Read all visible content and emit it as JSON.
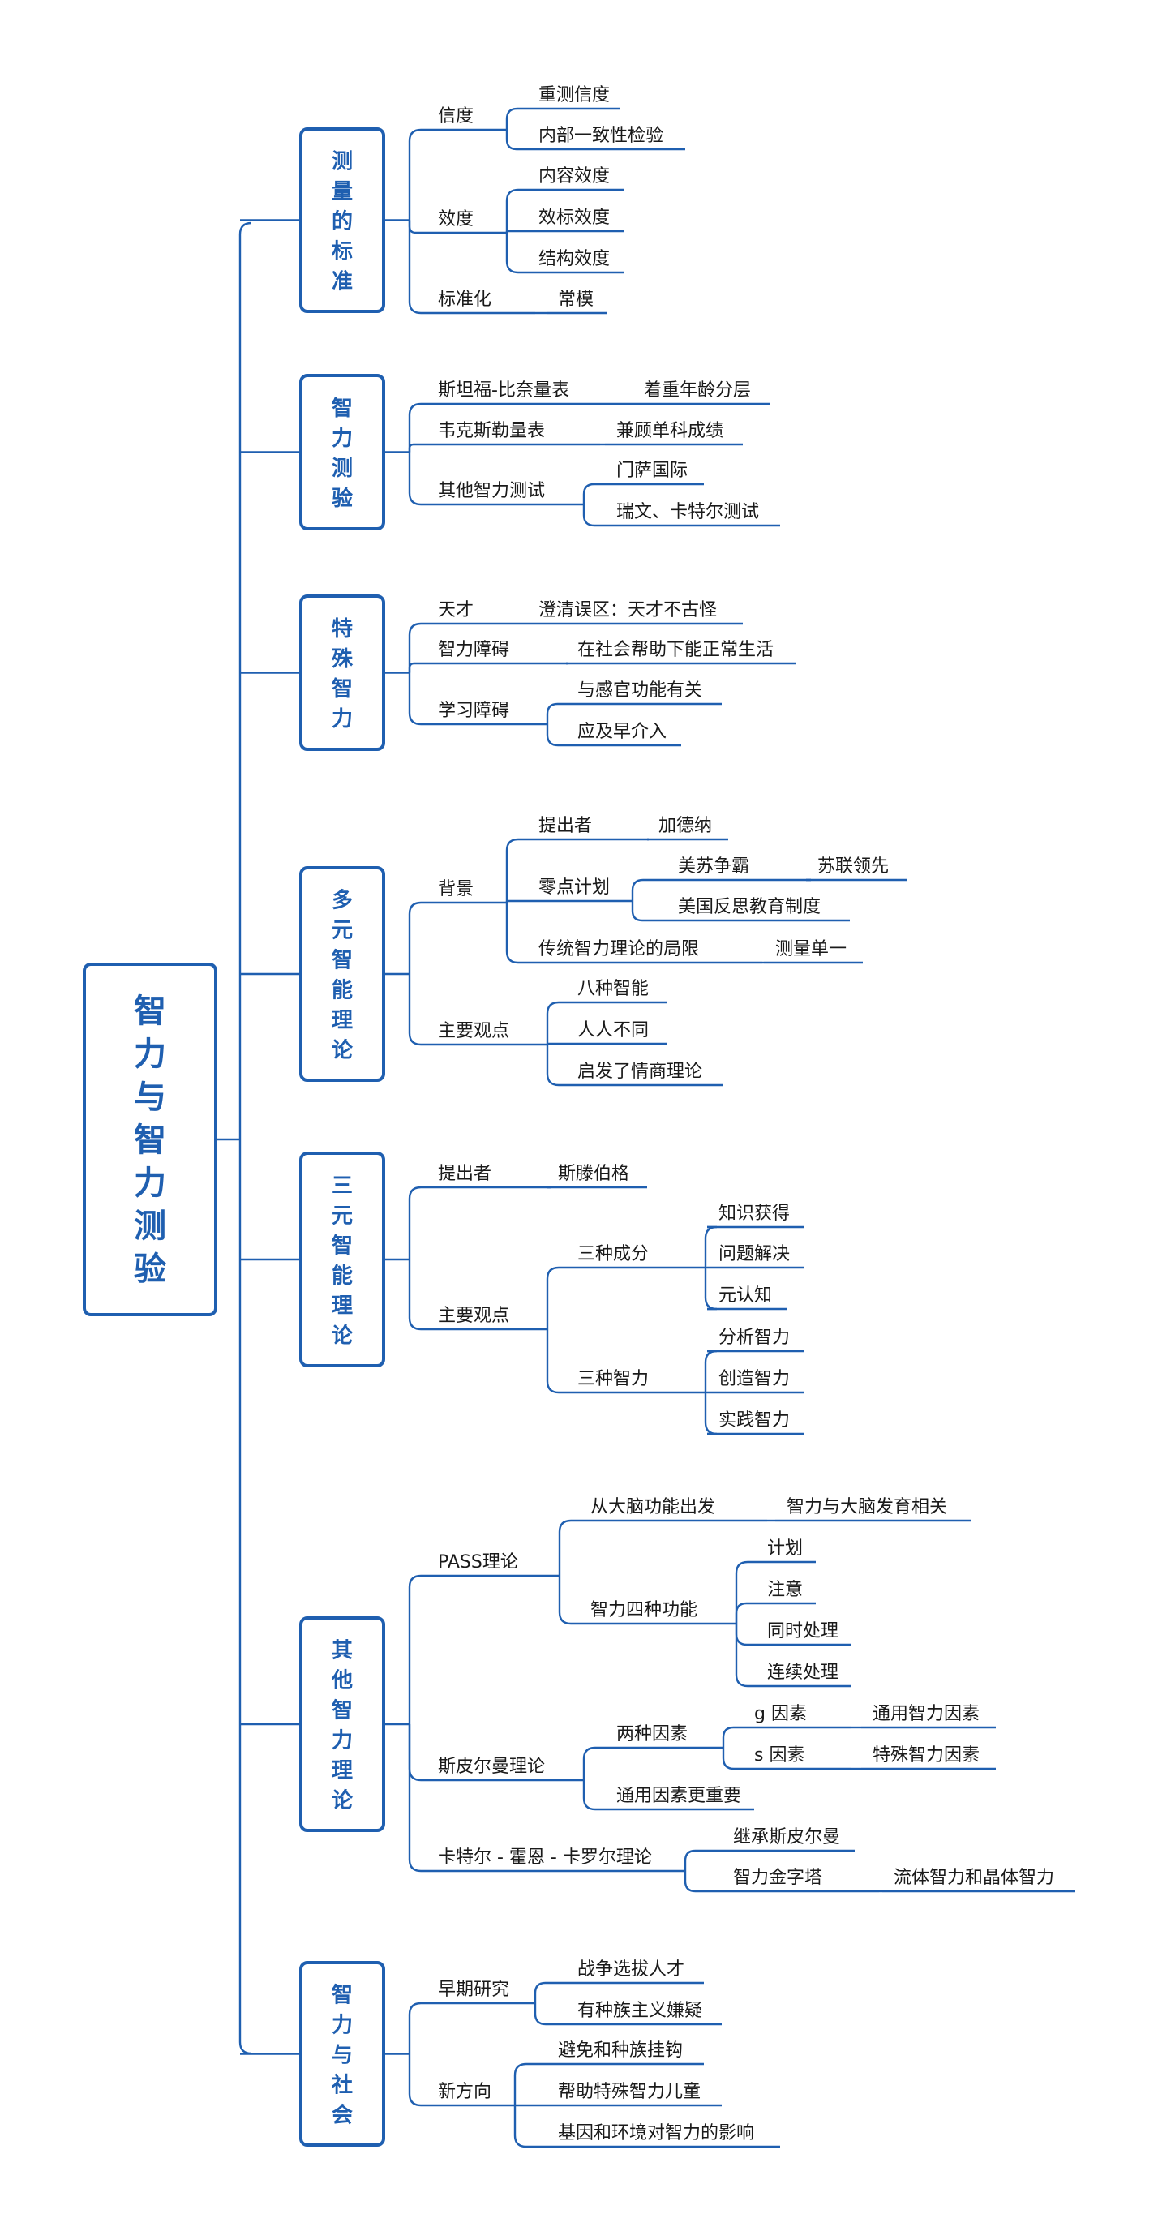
{
  "colors": {
    "accent": "#1f5fb0",
    "text": "#1a1a1a",
    "background": "#ffffff"
  },
  "root": {
    "label": "智力与智力测验"
  },
  "branches": [
    {
      "label": "测量的标准",
      "children": [
        {
          "label": "信度",
          "children": [
            {
              "label": "重测信度"
            },
            {
              "label": "内部一致性检验"
            }
          ]
        },
        {
          "label": "效度",
          "children": [
            {
              "label": "内容效度"
            },
            {
              "label": "效标效度"
            },
            {
              "label": "结构效度"
            }
          ]
        },
        {
          "label": "标准化",
          "children": [
            {
              "label": "常模"
            }
          ]
        }
      ]
    },
    {
      "label": "智力测验",
      "children": [
        {
          "label": "斯坦福-比奈量表",
          "children": [
            {
              "label": "着重年龄分层"
            }
          ]
        },
        {
          "label": "韦克斯勒量表",
          "children": [
            {
              "label": "兼顾单科成绩"
            }
          ]
        },
        {
          "label": "其他智力测试",
          "children": [
            {
              "label": "门萨国际"
            },
            {
              "label": "瑞文、卡特尔测试"
            }
          ]
        }
      ]
    },
    {
      "label": "特殊智力",
      "children": [
        {
          "label": "天才",
          "children": [
            {
              "label": "澄清误区：天才不古怪"
            }
          ]
        },
        {
          "label": "智力障碍",
          "children": [
            {
              "label": "在社会帮助下能正常生活"
            }
          ]
        },
        {
          "label": "学习障碍",
          "children": [
            {
              "label": "与感官功能有关"
            },
            {
              "label": "应及早介入"
            }
          ]
        }
      ]
    },
    {
      "label": "多元智能理论",
      "children": [
        {
          "label": "背景",
          "children": [
            {
              "label": "提出者",
              "children": [
                {
                  "label": "加德纳"
                }
              ]
            },
            {
              "label": "零点计划",
              "children": [
                {
                  "label": "美苏争霸",
                  "children": [
                    {
                      "label": "苏联领先"
                    }
                  ]
                },
                {
                  "label": "美国反思教育制度"
                }
              ]
            },
            {
              "label": "传统智力理论的局限",
              "children": [
                {
                  "label": "测量单一"
                }
              ]
            }
          ]
        },
        {
          "label": "主要观点",
          "children": [
            {
              "label": "八种智能"
            },
            {
              "label": "人人不同"
            },
            {
              "label": "启发了情商理论"
            }
          ]
        }
      ]
    },
    {
      "label": "三元智能理论",
      "children": [
        {
          "label": "提出者",
          "children": [
            {
              "label": "斯滕伯格"
            }
          ]
        },
        {
          "label": "主要观点",
          "children": [
            {
              "label": "三种成分",
              "children": [
                {
                  "label": "知识获得"
                },
                {
                  "label": "问题解决"
                },
                {
                  "label": "元认知"
                }
              ]
            },
            {
              "label": "三种智力",
              "children": [
                {
                  "label": "分析智力"
                },
                {
                  "label": "创造智力"
                },
                {
                  "label": "实践智力"
                }
              ]
            }
          ]
        }
      ]
    },
    {
      "label": "其他智力理论",
      "children": [
        {
          "label": "PASS理论",
          "children": [
            {
              "label": "从大脑功能出发",
              "children": [
                {
                  "label": "智力与大脑发育相关"
                }
              ]
            },
            {
              "label": "智力四种功能",
              "children": [
                {
                  "label": "计划"
                },
                {
                  "label": "注意"
                },
                {
                  "label": "同时处理"
                },
                {
                  "label": "连续处理"
                }
              ]
            }
          ]
        },
        {
          "label": "斯皮尔曼理论",
          "children": [
            {
              "label": "两种因素",
              "children": [
                {
                  "label": "g 因素",
                  "children": [
                    {
                      "label": "通用智力因素"
                    }
                  ]
                },
                {
                  "label": "s 因素",
                  "children": [
                    {
                      "label": "特殊智力因素"
                    }
                  ]
                }
              ]
            },
            {
              "label": "通用因素更重要"
            }
          ]
        },
        {
          "label": "卡特尔 - 霍恩 - 卡罗尔理论",
          "children": [
            {
              "label": "继承斯皮尔曼"
            },
            {
              "label": "智力金字塔",
              "children": [
                {
                  "label": "流体智力和晶体智力"
                }
              ]
            }
          ]
        }
      ]
    },
    {
      "label": "智力与社会",
      "children": [
        {
          "label": "早期研究",
          "children": [
            {
              "label": "战争选拔人才"
            },
            {
              "label": "有种族主义嫌疑"
            }
          ]
        },
        {
          "label": "新方向",
          "children": [
            {
              "label": "避免和种族挂钩"
            },
            {
              "label": "帮助特殊智力儿童"
            },
            {
              "label": "基因和环境对智力的影响"
            }
          ]
        }
      ]
    }
  ]
}
